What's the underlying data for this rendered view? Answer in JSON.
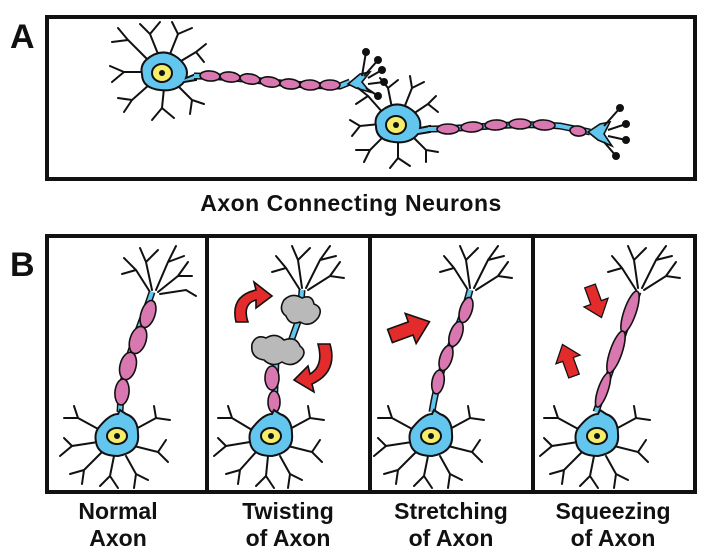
{
  "panels": {
    "a": {
      "letter": "A",
      "caption": "Axon Connecting Neurons"
    },
    "b": {
      "letter": "B",
      "captions": [
        {
          "line1": "Normal",
          "line2": "Axon"
        },
        {
          "line1": "Twisting",
          "line2": "of Axon"
        },
        {
          "line1": "Stretching",
          "line2": "of Axon"
        },
        {
          "line1": "Squeezing",
          "line2": "of Axon"
        }
      ]
    }
  },
  "colors": {
    "cell_body": "#63c6ee",
    "nucleus": "#f5ee6a",
    "axon_segment": "#d978b0",
    "arrow": "#e32b2b",
    "damage": "#b9b9b9",
    "outline": "#111111"
  }
}
